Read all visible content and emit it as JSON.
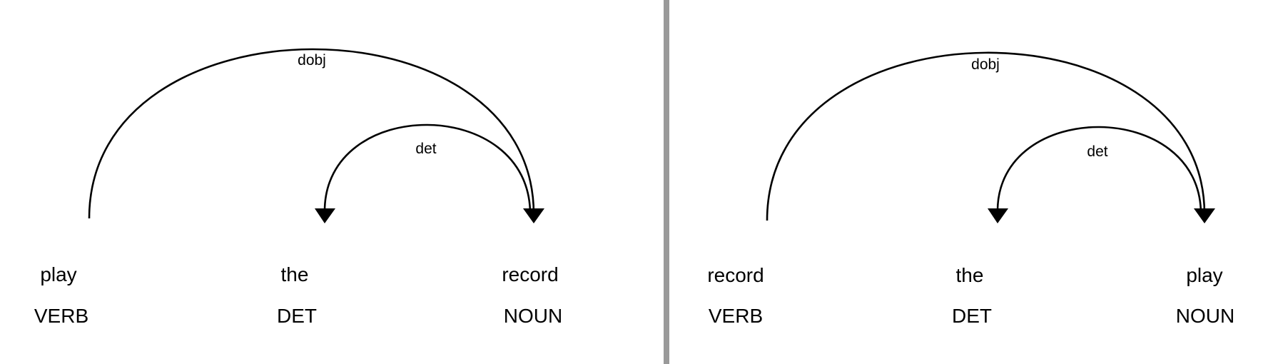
{
  "parses": [
    {
      "tokens": [
        {
          "text": "play",
          "tag": "VERB"
        },
        {
          "text": "the",
          "tag": "DET"
        },
        {
          "text": "record",
          "tag": "NOUN"
        }
      ],
      "arcs": [
        {
          "label": "dobj",
          "from": 0,
          "to": 2
        },
        {
          "label": "det",
          "from": 2,
          "to": 1
        }
      ]
    },
    {
      "tokens": [
        {
          "text": "record",
          "tag": "VERB"
        },
        {
          "text": "the",
          "tag": "DET"
        },
        {
          "text": "play",
          "tag": "NOUN"
        }
      ],
      "arcs": [
        {
          "label": "dobj",
          "from": 0,
          "to": 2
        },
        {
          "label": "det",
          "from": 2,
          "to": 1
        }
      ]
    }
  ]
}
